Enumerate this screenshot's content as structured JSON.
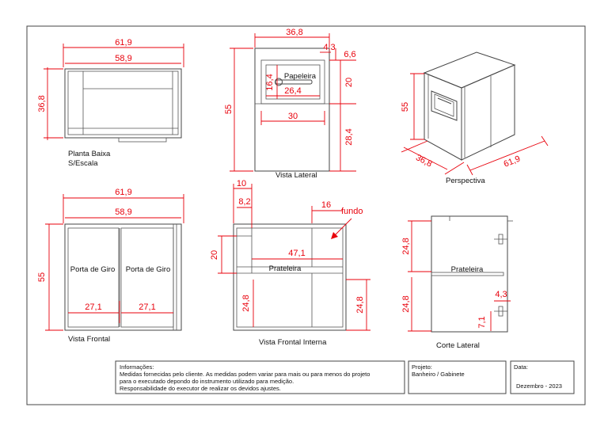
{
  "views": {
    "planta": {
      "label1": "Planta Baixa",
      "label2": "S/Escala",
      "w_outer": "61,9",
      "w_inner": "58,9",
      "h": "36,8"
    },
    "lateral": {
      "label": "Vista Lateral",
      "w": "36,8",
      "h": "55",
      "papeleira": "Papeleira",
      "d_43": "4,3",
      "d_66": "6,6",
      "d_20": "20",
      "d_164": "16,4",
      "d_264": "26,4",
      "d_30": "30",
      "d_284": "28,4"
    },
    "perspectiva": {
      "label": "Perspectiva",
      "h": "55",
      "d": "36,8",
      "w": "61,9"
    },
    "frontal": {
      "label": "Vista Frontal",
      "w_outer": "61,9",
      "w_inner": "58,9",
      "h": "55",
      "door_left": "Porta de Giro",
      "door_right": "Porta de Giro",
      "d_left": "27,1",
      "d_right": "27,1"
    },
    "interna": {
      "label": "Vista Frontal Interna",
      "d_10": "10",
      "d_82": "8,2",
      "d_16": "16",
      "fundo": "fundo",
      "d_20": "20",
      "d_471": "47,1",
      "prateleira": "Prateleira",
      "d_248_left": "24,8",
      "d_248_right": "24,8"
    },
    "corte": {
      "label": "Corte Lateral",
      "d_248_top": "24,8",
      "prateleira": "Prateleira",
      "d_43": "4,3",
      "d_248_bottom": "24,8",
      "d_71": "7,1"
    }
  },
  "info": {
    "title": "Informações:",
    "line1": "Medidas fornecidas pelo cliente. As medidas podem variar para mais ou para menos do projeto",
    "line2": "para o executado depondo do instrumento utilizado para medição.",
    "line3": " Responsabilidade do executor de realizar os devidos ajustes."
  },
  "projeto": {
    "title": "Projeto:",
    "value": "Banheiro / Gabinete"
  },
  "data": {
    "title": "Data:",
    "value": "Dezembro - 2023"
  },
  "colors": {
    "dimension": "#e8000b",
    "line": "#444444"
  }
}
